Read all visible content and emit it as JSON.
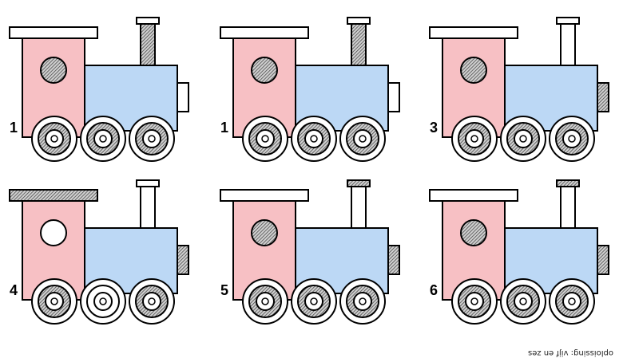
{
  "puzzle": {
    "trains": [
      {
        "number": "1",
        "roof": "plain",
        "window": "hatched",
        "chimney": "hatched",
        "buffer": "plain",
        "hubs": [
          "hatched",
          "hatched",
          "hatched"
        ]
      },
      {
        "number": "1",
        "roof": "plain",
        "window": "hatched",
        "chimney": "hatched",
        "buffer": "plain",
        "hubs": [
          "hatched",
          "hatched",
          "hatched"
        ]
      },
      {
        "number": "3",
        "roof": "plain",
        "window": "hatched",
        "chimney": "plain",
        "buffer": "hatched",
        "hubs": [
          "hatched",
          "hatched",
          "hatched"
        ]
      },
      {
        "number": "4",
        "roof": "hatched",
        "window": "plain",
        "chimney": "plain",
        "buffer": "hatched",
        "hubs": [
          "hatched",
          "plain",
          "hatched"
        ]
      },
      {
        "number": "5",
        "roof": "plain",
        "window": "hatched",
        "chimney": "plain-hatched-cap",
        "buffer": "hatched",
        "hubs": [
          "hatched",
          "hatched",
          "hatched"
        ]
      },
      {
        "number": "6",
        "roof": "plain",
        "window": "hatched",
        "chimney": "plain-hatched-cap",
        "buffer": "hatched",
        "hubs": [
          "hatched",
          "hatched",
          "hatched"
        ]
      }
    ],
    "colors": {
      "cab": "#f7c0c4",
      "boiler": "#bcd8f5",
      "outline": "#000000",
      "hatch": "#7a7a7a"
    }
  },
  "footer": {
    "credit": "oploissing: vijf en zes"
  }
}
